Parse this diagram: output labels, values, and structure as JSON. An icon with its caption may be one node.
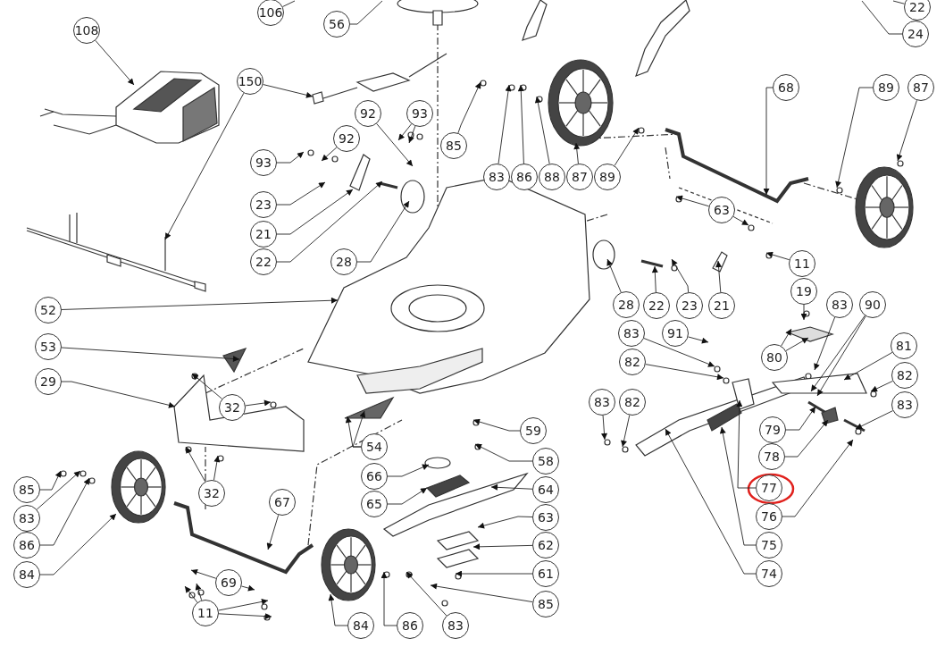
{
  "diagram": {
    "nodes": [
      {
        "text": [
          "106"
        ]
      },
      {
        "text": [
          "56"
        ]
      },
      {
        "text": [
          "22"
        ]
      },
      {
        "text": [
          "24"
        ]
      },
      {
        "text": [
          "108"
        ]
      },
      {
        "text": [
          "150"
        ]
      },
      {
        "text": [
          "92"
        ]
      },
      {
        "text": [
          "92"
        ]
      },
      {
        "text": [
          "93"
        ]
      },
      {
        "text": [
          "93"
        ]
      },
      {
        "text": [
          "85"
        ]
      },
      {
        "text": [
          "23"
        ]
      },
      {
        "text": [
          "21"
        ]
      },
      {
        "text": [
          "22"
        ]
      },
      {
        "text": [
          "28"
        ]
      },
      {
        "text": [
          "83"
        ]
      },
      {
        "text": [
          "86"
        ]
      },
      {
        "text": [
          "88"
        ]
      },
      {
        "text": [
          "87"
        ]
      },
      {
        "text": [
          "89"
        ]
      },
      {
        "text": [
          "68"
        ]
      },
      {
        "text": [
          "89"
        ]
      },
      {
        "text": [
          "87"
        ]
      },
      {
        "text": [
          "63"
        ]
      },
      {
        "text": [
          "11"
        ]
      },
      {
        "text": [
          "19"
        ]
      },
      {
        "text": [
          "52"
        ]
      },
      {
        "text": [
          "28"
        ]
      },
      {
        "text": [
          "22"
        ]
      },
      {
        "text": [
          "23"
        ]
      },
      {
        "text": [
          "21"
        ]
      },
      {
        "text": [
          "83"
        ]
      },
      {
        "text": [
          "91"
        ]
      },
      {
        "text": [
          "83"
        ]
      },
      {
        "text": [
          "90"
        ]
      },
      {
        "text": [
          "53"
        ]
      },
      {
        "text": [
          "82"
        ]
      },
      {
        "text": [
          "80"
        ]
      },
      {
        "text": [
          "81"
        ]
      },
      {
        "text": [
          "29"
        ]
      },
      {
        "text": [
          "32"
        ]
      },
      {
        "text": [
          "82"
        ]
      },
      {
        "text": [
          "83"
        ]
      },
      {
        "text": [
          "82"
        ]
      },
      {
        "text": [
          "79"
        ]
      },
      {
        "text": [
          "83"
        ]
      },
      {
        "text": [
          "59"
        ]
      },
      {
        "text": [
          "54"
        ]
      },
      {
        "text": [
          "78"
        ]
      },
      {
        "text": [
          "58"
        ]
      },
      {
        "text": [
          "32"
        ]
      },
      {
        "text": [
          "85"
        ]
      },
      {
        "text": [
          "66"
        ]
      },
      {
        "text": [
          "77"
        ]
      },
      {
        "text": [
          "64"
        ]
      },
      {
        "text": [
          "65"
        ]
      },
      {
        "text": [
          "67"
        ]
      },
      {
        "text": [
          "83"
        ]
      },
      {
        "text": [
          "76"
        ]
      },
      {
        "text": [
          "63"
        ]
      },
      {
        "text": [
          "86"
        ]
      },
      {
        "text": [
          "62"
        ]
      },
      {
        "text": [
          "75"
        ]
      },
      {
        "text": [
          "84"
        ]
      },
      {
        "text": [
          "69"
        ]
      },
      {
        "text": [
          "61"
        ]
      },
      {
        "text": [
          "74"
        ]
      },
      {
        "text": [
          "85"
        ]
      },
      {
        "text": [
          "11"
        ]
      },
      {
        "text": [
          "84"
        ]
      },
      {
        "text": [
          "86"
        ]
      },
      {
        "text": [
          "83"
        ]
      }
    ],
    "edges": [
      {
        "from": 0,
        "to": null,
        "arrow": "none"
      },
      {
        "from": 1,
        "to": null,
        "arrow": "none"
      },
      {
        "from": 2,
        "to": null,
        "arrow": "none"
      },
      {
        "from": 3,
        "to": null,
        "arrow": "none"
      },
      {
        "from": 4,
        "to": null,
        "arrow": "to"
      },
      {
        "from": 5,
        "to": null,
        "arrow": "to"
      },
      {
        "from": 5,
        "to": null,
        "arrow": "to"
      },
      {
        "from": 6,
        "to": null,
        "arrow": "to"
      },
      {
        "from": 7,
        "to": null,
        "arrow": "to"
      },
      {
        "from": 8,
        "to": null,
        "arrow": "to"
      },
      {
        "from": 8,
        "to": null,
        "arrow": "to"
      },
      {
        "from": 9,
        "to": null,
        "arrow": "to"
      },
      {
        "from": 10,
        "to": null,
        "arrow": "to"
      },
      {
        "from": 11,
        "to": null,
        "arrow": "to"
      },
      {
        "from": 12,
        "to": null,
        "arrow": "to"
      },
      {
        "from": 13,
        "to": null,
        "arrow": "to"
      },
      {
        "from": 14,
        "to": null,
        "arrow": "to"
      },
      {
        "from": 15,
        "to": null,
        "arrow": "to"
      },
      {
        "from": 16,
        "to": null,
        "arrow": "to"
      },
      {
        "from": 17,
        "to": null,
        "arrow": "to"
      },
      {
        "from": 18,
        "to": null,
        "arrow": "to"
      },
      {
        "from": 19,
        "to": null,
        "arrow": "to"
      },
      {
        "from": 20,
        "to": null,
        "arrow": "to"
      },
      {
        "from": 21,
        "to": null,
        "arrow": "to"
      },
      {
        "from": 22,
        "to": null,
        "arrow": "to"
      },
      {
        "from": 23,
        "to": null,
        "arrow": "to"
      },
      {
        "from": 23,
        "to": null,
        "arrow": "to"
      },
      {
        "from": 24,
        "to": null,
        "arrow": "to"
      },
      {
        "from": 25,
        "to": null,
        "arrow": "to"
      },
      {
        "from": 26,
        "to": null,
        "arrow": "to"
      },
      {
        "from": 27,
        "to": null,
        "arrow": "to"
      },
      {
        "from": 28,
        "to": null,
        "arrow": "to"
      },
      {
        "from": 29,
        "to": null,
        "arrow": "to"
      },
      {
        "from": 30,
        "to": null,
        "arrow": "to"
      },
      {
        "from": 31,
        "to": null,
        "arrow": "to"
      },
      {
        "from": 32,
        "to": null,
        "arrow": "to"
      },
      {
        "from": 33,
        "to": null,
        "arrow": "to"
      },
      {
        "from": 34,
        "to": null,
        "arrow": "to"
      },
      {
        "from": 34,
        "to": null,
        "arrow": "to"
      },
      {
        "from": 35,
        "to": null,
        "arrow": "to"
      },
      {
        "from": 36,
        "to": null,
        "arrow": "to"
      },
      {
        "from": 37,
        "to": null,
        "arrow": "to"
      },
      {
        "from": 37,
        "to": null,
        "arrow": "to"
      },
      {
        "from": 38,
        "to": null,
        "arrow": "to"
      },
      {
        "from": 39,
        "to": null,
        "arrow": "to"
      },
      {
        "from": 40,
        "to": null,
        "arrow": "to"
      },
      {
        "from": 40,
        "to": null,
        "arrow": "to"
      },
      {
        "from": 41,
        "to": null,
        "arrow": "to"
      },
      {
        "from": 42,
        "to": null,
        "arrow": "to"
      },
      {
        "from": 43,
        "to": null,
        "arrow": "to"
      },
      {
        "from": 44,
        "to": null,
        "arrow": "to"
      },
      {
        "from": 45,
        "to": null,
        "arrow": "to"
      },
      {
        "from": 46,
        "to": null,
        "arrow": "to"
      },
      {
        "from": 47,
        "to": null,
        "arrow": "to"
      },
      {
        "from": 47,
        "to": null,
        "arrow": "to"
      },
      {
        "from": 48,
        "to": null,
        "arrow": "to"
      },
      {
        "from": 49,
        "to": null,
        "arrow": "to"
      },
      {
        "from": 50,
        "to": null,
        "arrow": "to"
      },
      {
        "from": 50,
        "to": null,
        "arrow": "to"
      },
      {
        "from": 51,
        "to": null,
        "arrow": "to"
      },
      {
        "from": 52,
        "to": null,
        "arrow": "to"
      },
      {
        "from": 53,
        "to": null,
        "arrow": "to"
      },
      {
        "from": 54,
        "to": null,
        "arrow": "to"
      },
      {
        "from": 55,
        "to": null,
        "arrow": "to"
      },
      {
        "from": 56,
        "to": null,
        "arrow": "to"
      },
      {
        "from": 57,
        "to": null,
        "arrow": "to"
      },
      {
        "from": 58,
        "to": null,
        "arrow": "to"
      },
      {
        "from": 59,
        "to": null,
        "arrow": "to"
      },
      {
        "from": 60,
        "to": null,
        "arrow": "to"
      },
      {
        "from": 61,
        "to": null,
        "arrow": "to"
      },
      {
        "from": 62,
        "to": null,
        "arrow": "to"
      },
      {
        "from": 63,
        "to": null,
        "arrow": "to"
      },
      {
        "from": 64,
        "to": null,
        "arrow": "to"
      },
      {
        "from": 64,
        "to": null,
        "arrow": "to"
      },
      {
        "from": 65,
        "to": null,
        "arrow": "to"
      },
      {
        "from": 66,
        "to": null,
        "arrow": "to"
      },
      {
        "from": 67,
        "to": null,
        "arrow": "to"
      },
      {
        "from": 68,
        "to": null,
        "arrow": "to"
      },
      {
        "from": 68,
        "to": null,
        "arrow": "to"
      },
      {
        "from": 68,
        "to": null,
        "arrow": "to"
      },
      {
        "from": 68,
        "to": null,
        "arrow": "to"
      },
      {
        "from": 69,
        "to": null,
        "arrow": "to"
      },
      {
        "from": 70,
        "to": null,
        "arrow": "to"
      },
      {
        "from": 71,
        "to": null,
        "arrow": "to"
      }
    ]
  }
}
